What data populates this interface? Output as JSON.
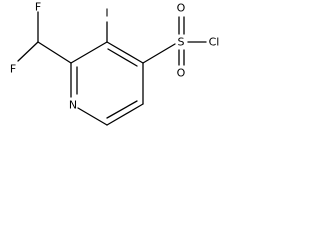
{
  "molecule": {
    "atoms": {
      "f_top": "F",
      "f_left": "F",
      "iodine": "I",
      "nitrogen": "N",
      "sulfur": "S",
      "oxygen_top": "O",
      "oxygen_bottom": "O",
      "chlorine": "Cl"
    }
  }
}
